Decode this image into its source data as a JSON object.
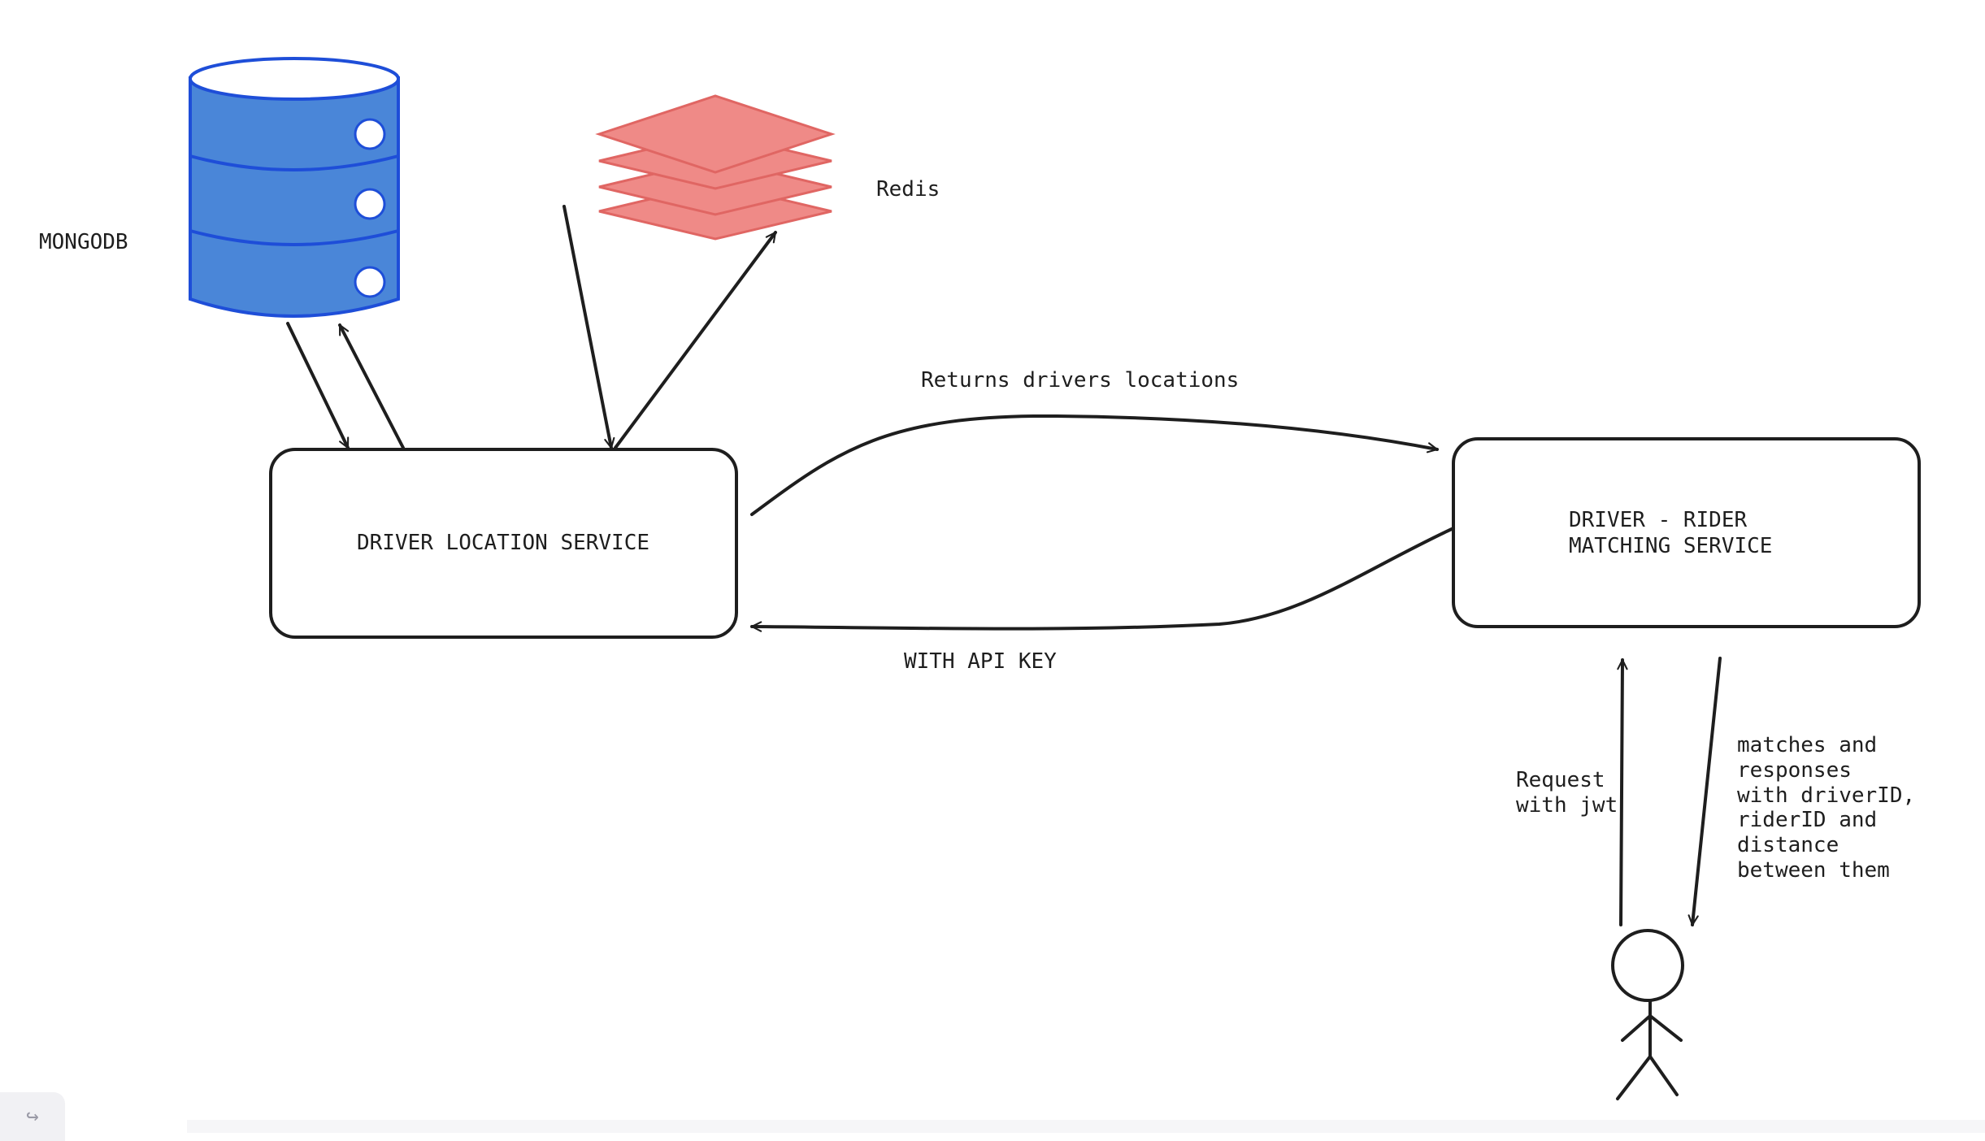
{
  "diagram": {
    "mongodb_label": "MONGODB",
    "redis_label": "Redis",
    "driver_location_service": "DRIVER LOCATION SERVICE",
    "matching_service_line1": "DRIVER - RIDER",
    "matching_service_line2": "MATCHING SERVICE",
    "returns_label": "Returns drivers locations",
    "api_key_label": "WITH API KEY",
    "request_line1": "Request",
    "request_line2": "with jwt",
    "matches_lines": [
      "matches and",
      "responses",
      "with driverID,",
      "riderID and",
      "distance",
      "between them"
    ]
  },
  "icons": {
    "database": "database-icon",
    "redis": "layers-icon",
    "user": "stick-figure-icon",
    "redo": "redo-icon"
  },
  "colors": {
    "database_fill": "#4a86d8",
    "database_stroke": "#1e4ed8",
    "redis_fill": "#ef8a87",
    "redis_stroke": "#e06663",
    "ink": "#1e1e1e"
  }
}
